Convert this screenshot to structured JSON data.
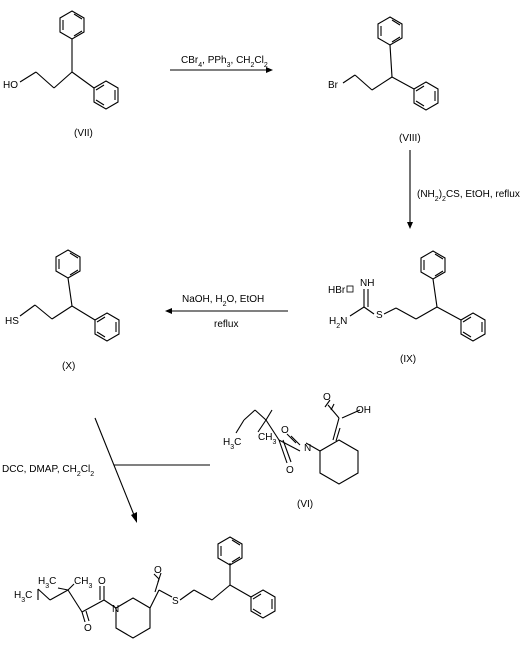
{
  "compounds": {
    "VII": "(VII)",
    "VIII": "(VIII)",
    "IX": "(IX)",
    "X": "(X)",
    "VI": "(VI)"
  },
  "atoms": {
    "HO": "HO",
    "Br": "Br",
    "HBr": "HBr",
    "NH": "NH",
    "H2N": "H2N",
    "S": "S",
    "HS": "HS",
    "OH": "OH",
    "O": "O",
    "N": "N",
    "H3C": "H3C",
    "CH3": "CH3"
  },
  "reagents": {
    "step1": "CBr4, PPh3, CH2Cl2",
    "step2": "(NH2)2CS, EtOH, reflux",
    "step3_top": "NaOH, H2O, EtOH",
    "step3_bottom": "reflux",
    "step4": "DCC, DMAP, CH2Cl2"
  }
}
